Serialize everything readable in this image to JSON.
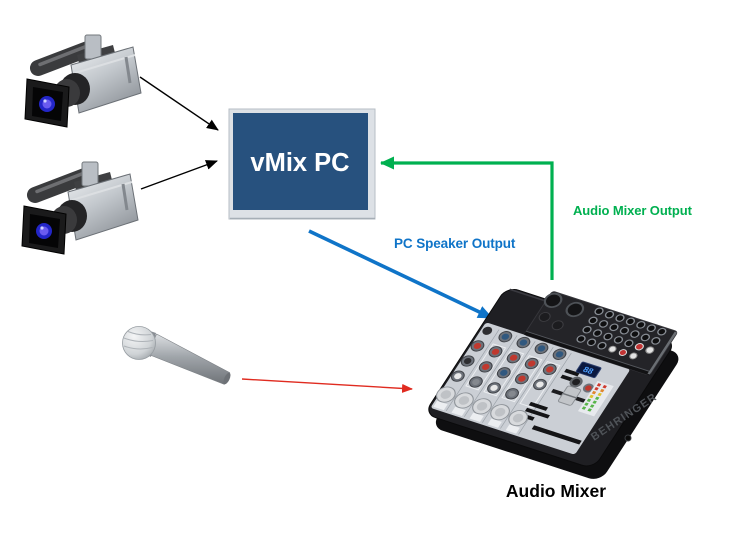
{
  "vmix_box": {
    "label": "vMix PC",
    "fill": "#27517E",
    "text_color": "#FFFFFF"
  },
  "labels": {
    "audio_mixer_output": "Audio Mixer Output",
    "pc_speaker_output": "PC Speaker Output",
    "audio_mixer_caption": "Audio Mixer"
  },
  "colors": {
    "green": "#00B050",
    "blue": "#0F74C8",
    "red": "#E02B20",
    "black": "#000000"
  },
  "mixer": {
    "brand": "BEHRINGER",
    "display_value": "88"
  },
  "icons": [
    "video-camera-icon",
    "video-camera-icon",
    "microphone-icon",
    "audio-mixer-icon"
  ]
}
